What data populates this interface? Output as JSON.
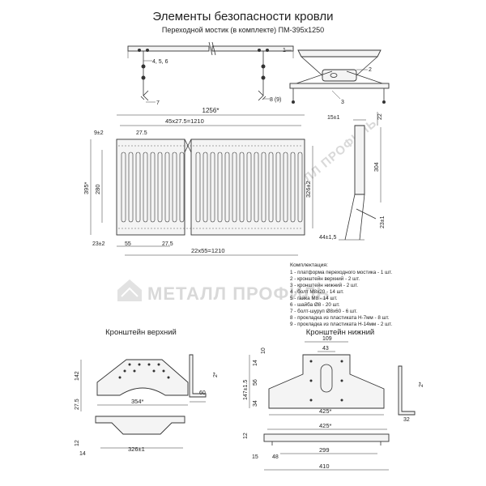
{
  "title": "Элементы безопасности кровли",
  "subtitle": "Переходной мостик (в комплекте) ПМ-395х1250",
  "watermark": "МЕТАЛЛ ПРОФИЛЬ",
  "watermark_diag": "МЕТАЛЛ ПРОФИЛЬ",
  "side_view": {
    "callout_456": "4, 5, 6",
    "callout_7": "7",
    "callout_89": "8 (9)"
  },
  "section_view": {
    "callout_1": "1",
    "callout_2": "2",
    "callout_3": "3",
    "d_15": "15±1",
    "d_22": "22",
    "d_304": "304",
    "d_23": "23±1",
    "d_44": "44±1,5"
  },
  "plan_view": {
    "d_1256": "1256*",
    "d_45": "45x27.5=1210",
    "d_9": "9±2",
    "d_275a": "27.5",
    "d_395": "395*",
    "d_280": "280",
    "d_326": "326±2",
    "d_23": "23±2",
    "d_55": "55",
    "d_275b": "27.5",
    "d_22x55": "22x55=1210"
  },
  "kit": {
    "heading": "Комплектация:",
    "items": [
      "1 - платформа переходного мостика - 1 шт.",
      "2 - кронштейн верхний - 2 шт.",
      "3 - кронштейн нижний - 2 шт.",
      "4 - болт М8х20 - 14 шт.",
      "5 - гайка М8 - 14 шт.",
      "6 - шайба Ø8 - 20 шт.",
      "7 - болт-шуруп Ø8х60 - 6 шт.",
      "8 - прокладка из пластиката Н-7мм - 8 шт.",
      "9 - прокладка из пластиката Н-14мм - 2 шт."
    ]
  },
  "upper_bracket": {
    "label": "Кронштейн верхний",
    "d_142": "142",
    "d_275": "27.5",
    "d_354": "354*",
    "d_2": "2*",
    "d_60": "60",
    "d_12": "12",
    "d_14": "14",
    "d_326": "326±1"
  },
  "lower_bracket": {
    "label": "Кронштейн нижний",
    "d_109": "109",
    "d_43": "43",
    "d_10": "10",
    "d_14": "14",
    "d_56": "56",
    "d_147": "147±1.5",
    "d_34": "34",
    "d_425a": "425*",
    "d_2": "2*",
    "d_32": "32",
    "d_425b": "425*",
    "d_12": "12",
    "d_299": "299",
    "d_15": "15",
    "d_48": "48",
    "d_410": "410"
  }
}
